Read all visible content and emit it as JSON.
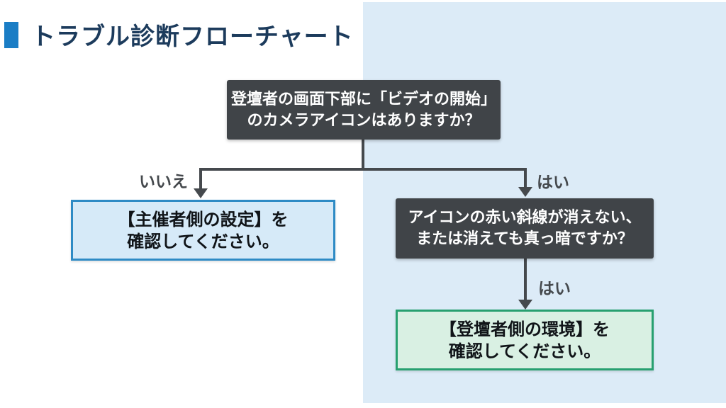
{
  "page": {
    "title": "トラブル診断フローチャート"
  },
  "colors": {
    "accent_blue": "#1a7dc5",
    "title_text": "#1c3b5c",
    "right_panel_blue": "#dcebf7",
    "node_dark_fill": "#404448",
    "node_blue_fill": "#d6eaf8",
    "node_blue_border": "#2e8bc5",
    "node_green_fill": "#d9f0e3",
    "node_green_border": "#27a070",
    "connector": "#45494d"
  },
  "flowchart": {
    "nodes": {
      "q1": {
        "line1": "登壇者の画面下部に「ビデオの開始」",
        "line2": "のカメラアイコンはありますか？"
      },
      "result_no": {
        "line1": "【主催者側の設定】を",
        "line2": "確認してください。"
      },
      "q2": {
        "line1": "アイコンの赤い斜線が消えない、",
        "line2": "または消えても真っ暗ですか？"
      },
      "result_yes": {
        "line1": "【登壇者側の環境】を",
        "line2": "確認してください。"
      }
    },
    "labels": {
      "no": "いいえ",
      "yes1": "はい",
      "yes2": "はい"
    }
  }
}
